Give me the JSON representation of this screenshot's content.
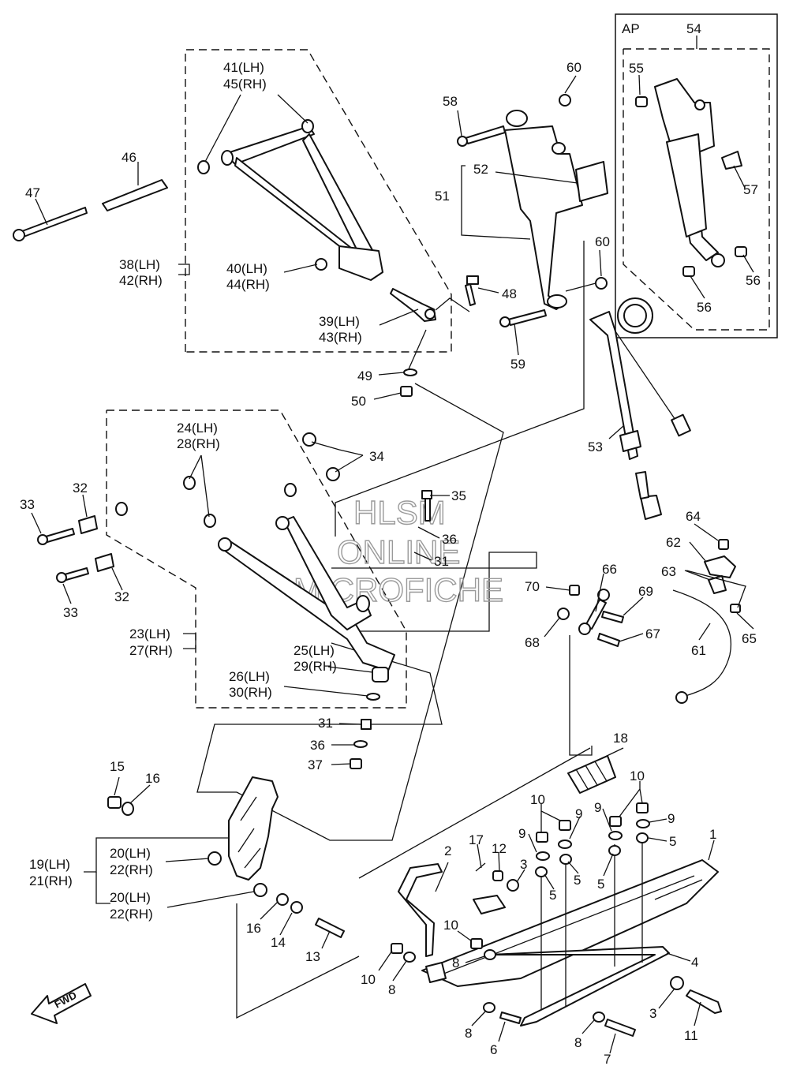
{
  "watermark": {
    "line1": "HLSM",
    "line2": "ONLINE",
    "line3": "MICROFICHE"
  },
  "fwd_badge": "FWD",
  "section_label": "AP",
  "labels": {
    "p1": "1",
    "p2": "2",
    "p3a": "3",
    "p3b": "3",
    "p4": "4",
    "p5a": "5",
    "p5b": "5",
    "p5c": "5",
    "p5d": "5",
    "p6": "6",
    "p7": "7",
    "p8a": "8",
    "p8b": "8",
    "p8c": "8",
    "p8d": "8",
    "p9a": "9",
    "p9b": "9",
    "p9c": "9",
    "p9d": "9",
    "p10a": "10",
    "p10b": "10",
    "p10c": "10",
    "p10d": "10",
    "p11": "11",
    "p12": "12",
    "p13": "13",
    "p14": "14",
    "p15": "15",
    "p16a": "16",
    "p16b": "16",
    "p17": "17",
    "p18": "18",
    "p19": "19(LH)",
    "p21": "21(RH)",
    "p20a": "20(LH)",
    "p22a": "22(RH)",
    "p20b": "20(LH)",
    "p22b": "22(RH)",
    "p23": "23(LH)",
    "p27": "27(RH)",
    "p24": "24(LH)",
    "p28": "28(RH)",
    "p25": "25(LH)",
    "p29": "29(RH)",
    "p26": "26(LH)",
    "p30": "30(RH)",
    "p31a": "31",
    "p31b": "31",
    "p32a": "32",
    "p32b": "32",
    "p33a": "33",
    "p33b": "33",
    "p34": "34",
    "p35": "35",
    "p36a": "36",
    "p36b": "36",
    "p37": "37",
    "p38": "38(LH)",
    "p42": "42(RH)",
    "p39": "39(LH)",
    "p43": "43(RH)",
    "p40": "40(LH)",
    "p44": "44(RH)",
    "p41": "41(LH)",
    "p45": "45(RH)",
    "p46": "46",
    "p47": "47",
    "p48": "48",
    "p49": "49",
    "p50": "50",
    "p51": "51",
    "p52": "52",
    "p53": "53",
    "p54": "54",
    "p55": "55",
    "p56a": "56",
    "p56b": "56",
    "p57": "57",
    "p58": "58",
    "p59": "59",
    "p60a": "60",
    "p60b": "60",
    "p61": "61",
    "p62": "62",
    "p63": "63",
    "p64": "64",
    "p65": "65",
    "p66": "66",
    "p67": "67",
    "p68": "68",
    "p69": "69",
    "p70": "70"
  }
}
